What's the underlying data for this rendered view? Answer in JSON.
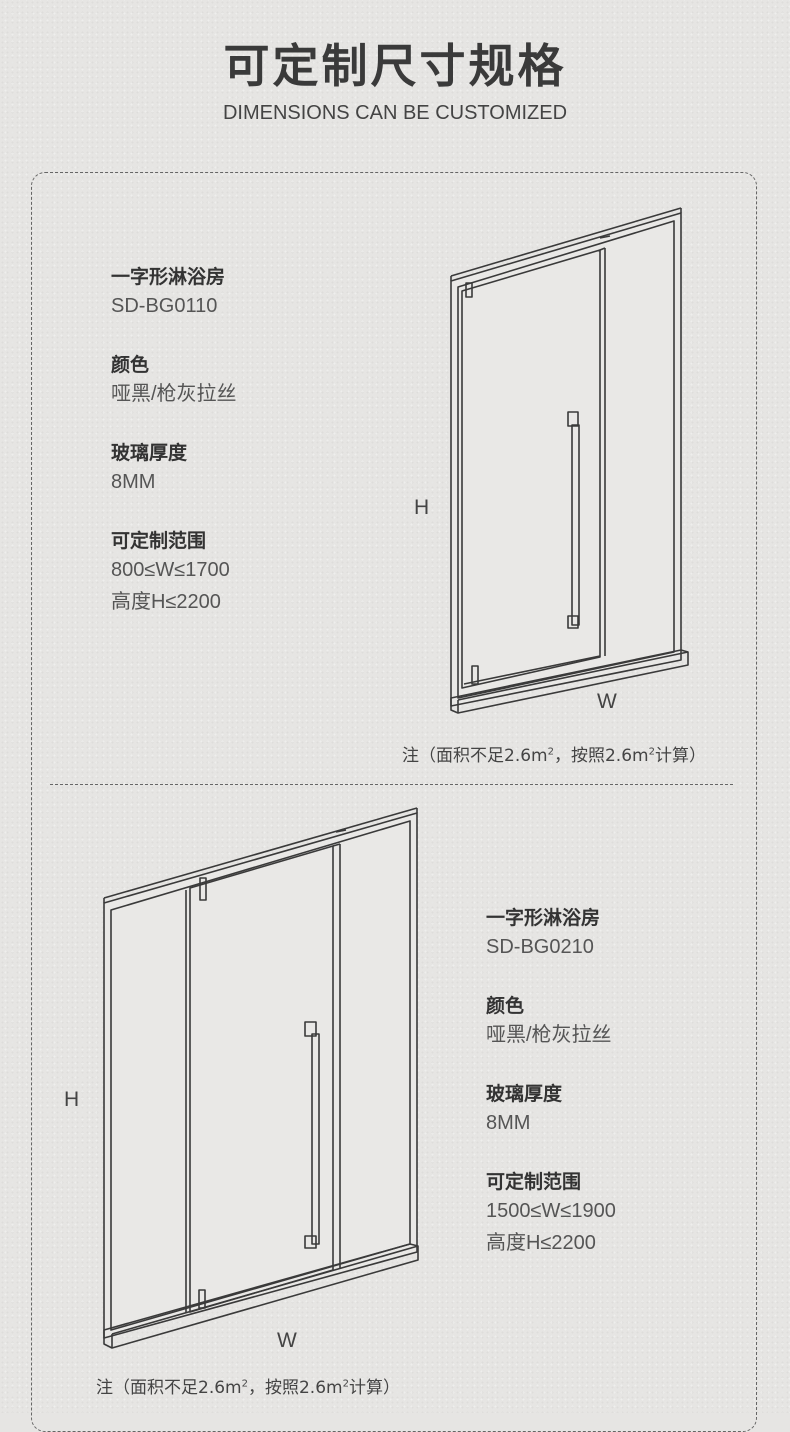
{
  "header": {
    "title": "可定制尺寸规格",
    "subtitle": "DIMENSIONS CAN BE CUSTOMIZED"
  },
  "products": [
    {
      "type_label": "一字形淋浴房",
      "model": "SD-BG0110",
      "color_label": "颜色",
      "color_value": "哑黑/枪灰拉丝",
      "glass_label": "玻璃厚度",
      "glass_value": "8MM",
      "range_label": "可定制范围",
      "range_width": "800≤W≤1700",
      "range_height": "高度H≤2200",
      "dim_h": "H",
      "dim_w": "W",
      "note_prefix": "注（面积不足2.6m",
      "note_mid": "，按照2.6m",
      "note_suffix": "计算）",
      "note_sup": "2"
    },
    {
      "type_label": "一字形淋浴房",
      "model": "SD-BG0210",
      "color_label": "颜色",
      "color_value": "哑黑/枪灰拉丝",
      "glass_label": "玻璃厚度",
      "glass_value": "8MM",
      "range_label": "可定制范围",
      "range_width": "1500≤W≤1900",
      "range_height": "高度H≤2200",
      "dim_h": "H",
      "dim_w": "W",
      "note_prefix": "注（面积不足2.6m",
      "note_mid": "，按照2.6m",
      "note_suffix": "计算）",
      "note_sup": "2"
    }
  ]
}
